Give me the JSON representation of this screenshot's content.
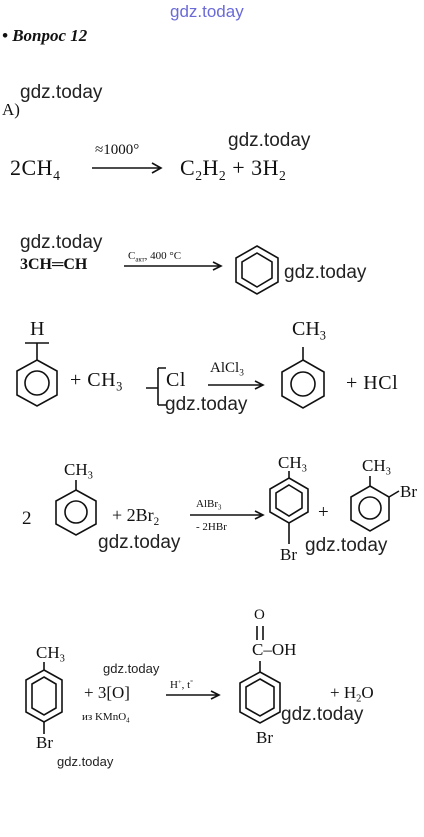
{
  "watermark": "gdz.today",
  "header": {
    "question": "• Вопрос 12",
    "part": "А)"
  },
  "reaction1": {
    "left": "2CH",
    "left_sub": "4",
    "condition": "≈1000°",
    "p1": "C",
    "p1_sub1": "2",
    "p1_mid": "H",
    "p1_sub2": "2",
    "plus": "+ 3H",
    "p2_sub": "2"
  },
  "reaction2": {
    "left": "3CH═CH",
    "catalyst": "C",
    "catalyst_sub": "акт",
    "temp": ", 400 °C"
  },
  "reaction3": {
    "h_atom": "H",
    "plus1": "+ CH",
    "ch3_sub": "3",
    "cl": "Cl",
    "catalyst": "AlCl",
    "catalyst_sub": "3",
    "product_ch": "CH",
    "product_sub": "3",
    "hcl": "+ HCl"
  },
  "reaction4": {
    "coef": "2",
    "reactant_ch": "CH",
    "reactant_sub": "3",
    "reagent": "+ 2Br",
    "reagent_sub": "2",
    "catalyst": "AlBr",
    "catalyst_sub": "3",
    "byproduct": "- 2HBr",
    "p1_ch": "CH",
    "p1_sub": "3",
    "p1_br": "Br",
    "plus": "+",
    "p2_ch": "CH",
    "p2_sub": "3",
    "p2_br": "Br"
  },
  "reaction5": {
    "reactant_ch": "CH",
    "reactant_sub": "3",
    "reactant_br": "Br",
    "oxidant": "+ 3[O]",
    "source": "из KMnO",
    "source_sub": "4",
    "condition": "H",
    "condition_sup": "+",
    "condition_t": ", t",
    "condition_t_sup": "°",
    "acid_o": "O",
    "acid_c": "C–OH",
    "acid_br": "Br",
    "water": "+ H",
    "water_sub": "2",
    "water_o": "O"
  }
}
